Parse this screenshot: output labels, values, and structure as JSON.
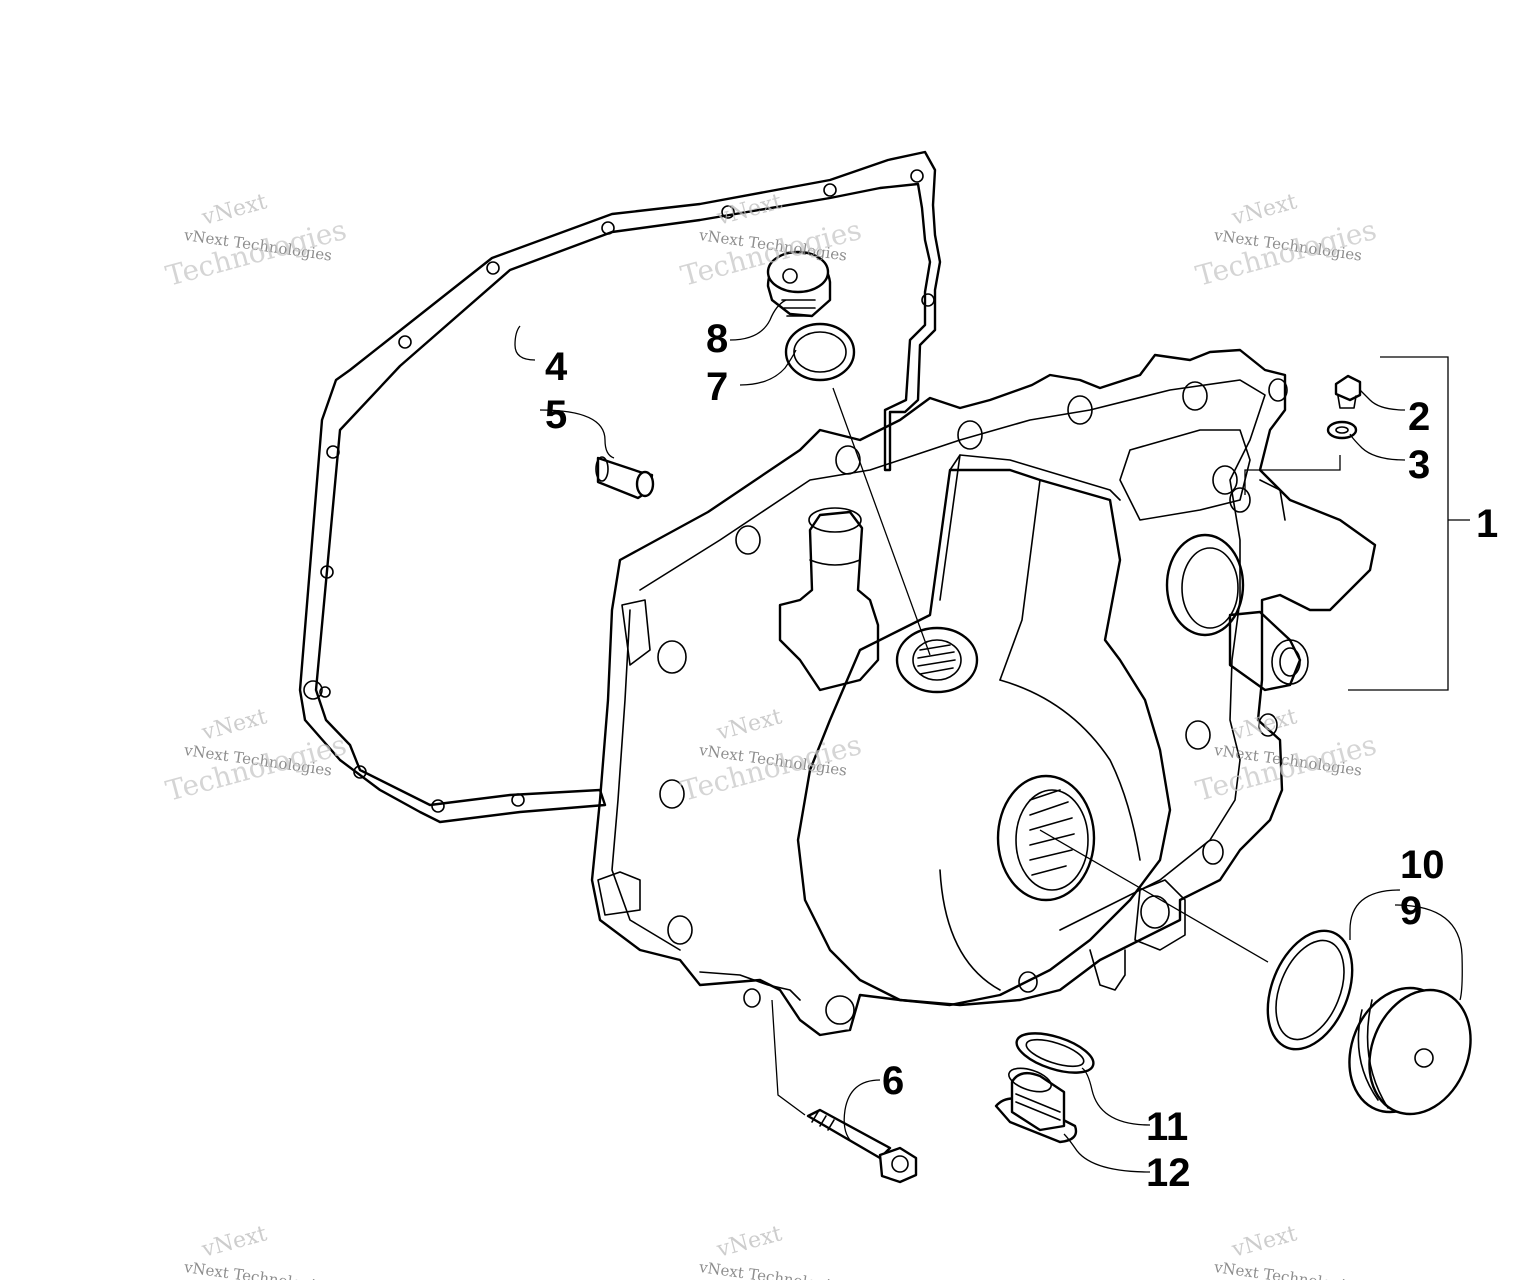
{
  "callouts": {
    "c1": "1",
    "c2": "2",
    "c3": "3",
    "c4": "4",
    "c5": "5",
    "c6": "6",
    "c7": "7",
    "c8": "8",
    "c9": "9",
    "c10": "10",
    "c11": "11",
    "c12": "12"
  },
  "watermark": {
    "line1": "vNext",
    "line2": "vNext Technologies",
    "line3": "Technologies"
  },
  "colors": {
    "line": "#000000",
    "background": "#ffffff",
    "watermark": "#bdbdbd"
  }
}
